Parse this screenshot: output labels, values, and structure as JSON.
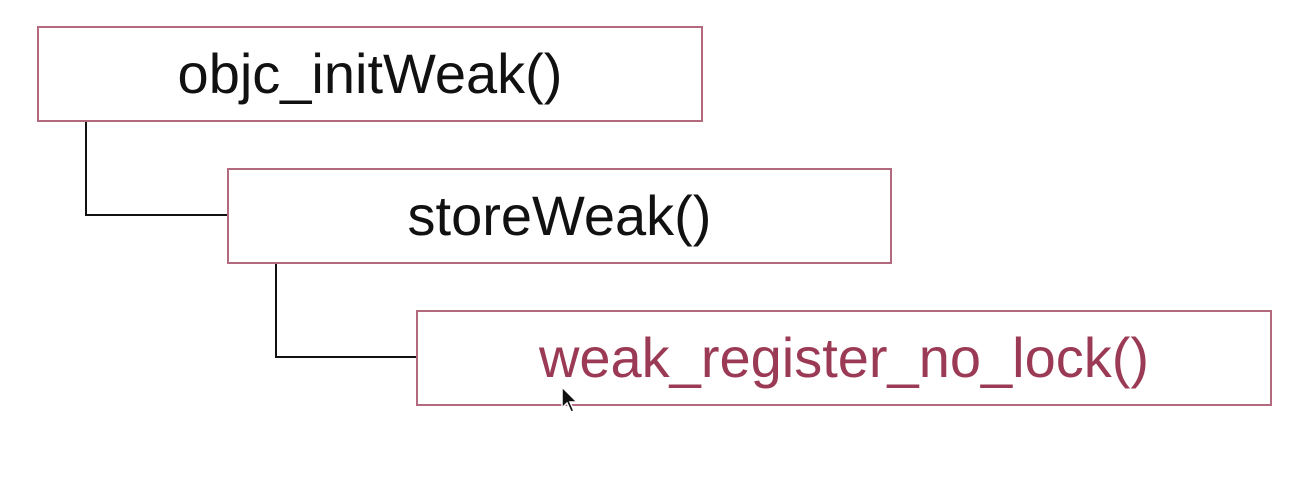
{
  "diagram": {
    "nodes": [
      {
        "id": "objc-initweak",
        "label": "objc_initWeak()",
        "highlight": false
      },
      {
        "id": "storeweak",
        "label": "storeWeak()",
        "highlight": false
      },
      {
        "id": "weak-register-no-lock",
        "label": "weak_register_no_lock()",
        "highlight": true
      }
    ],
    "edges": [
      {
        "from": "objc-initweak",
        "to": "storeweak"
      },
      {
        "from": "storeweak",
        "to": "weak-register-no-lock"
      }
    ]
  },
  "colors": {
    "box_border": "#b46a7e",
    "text": "#111111",
    "highlight_text": "#9b3a55",
    "connector": "#111111"
  },
  "icons": {
    "cursor": "mouse-pointer-icon"
  }
}
